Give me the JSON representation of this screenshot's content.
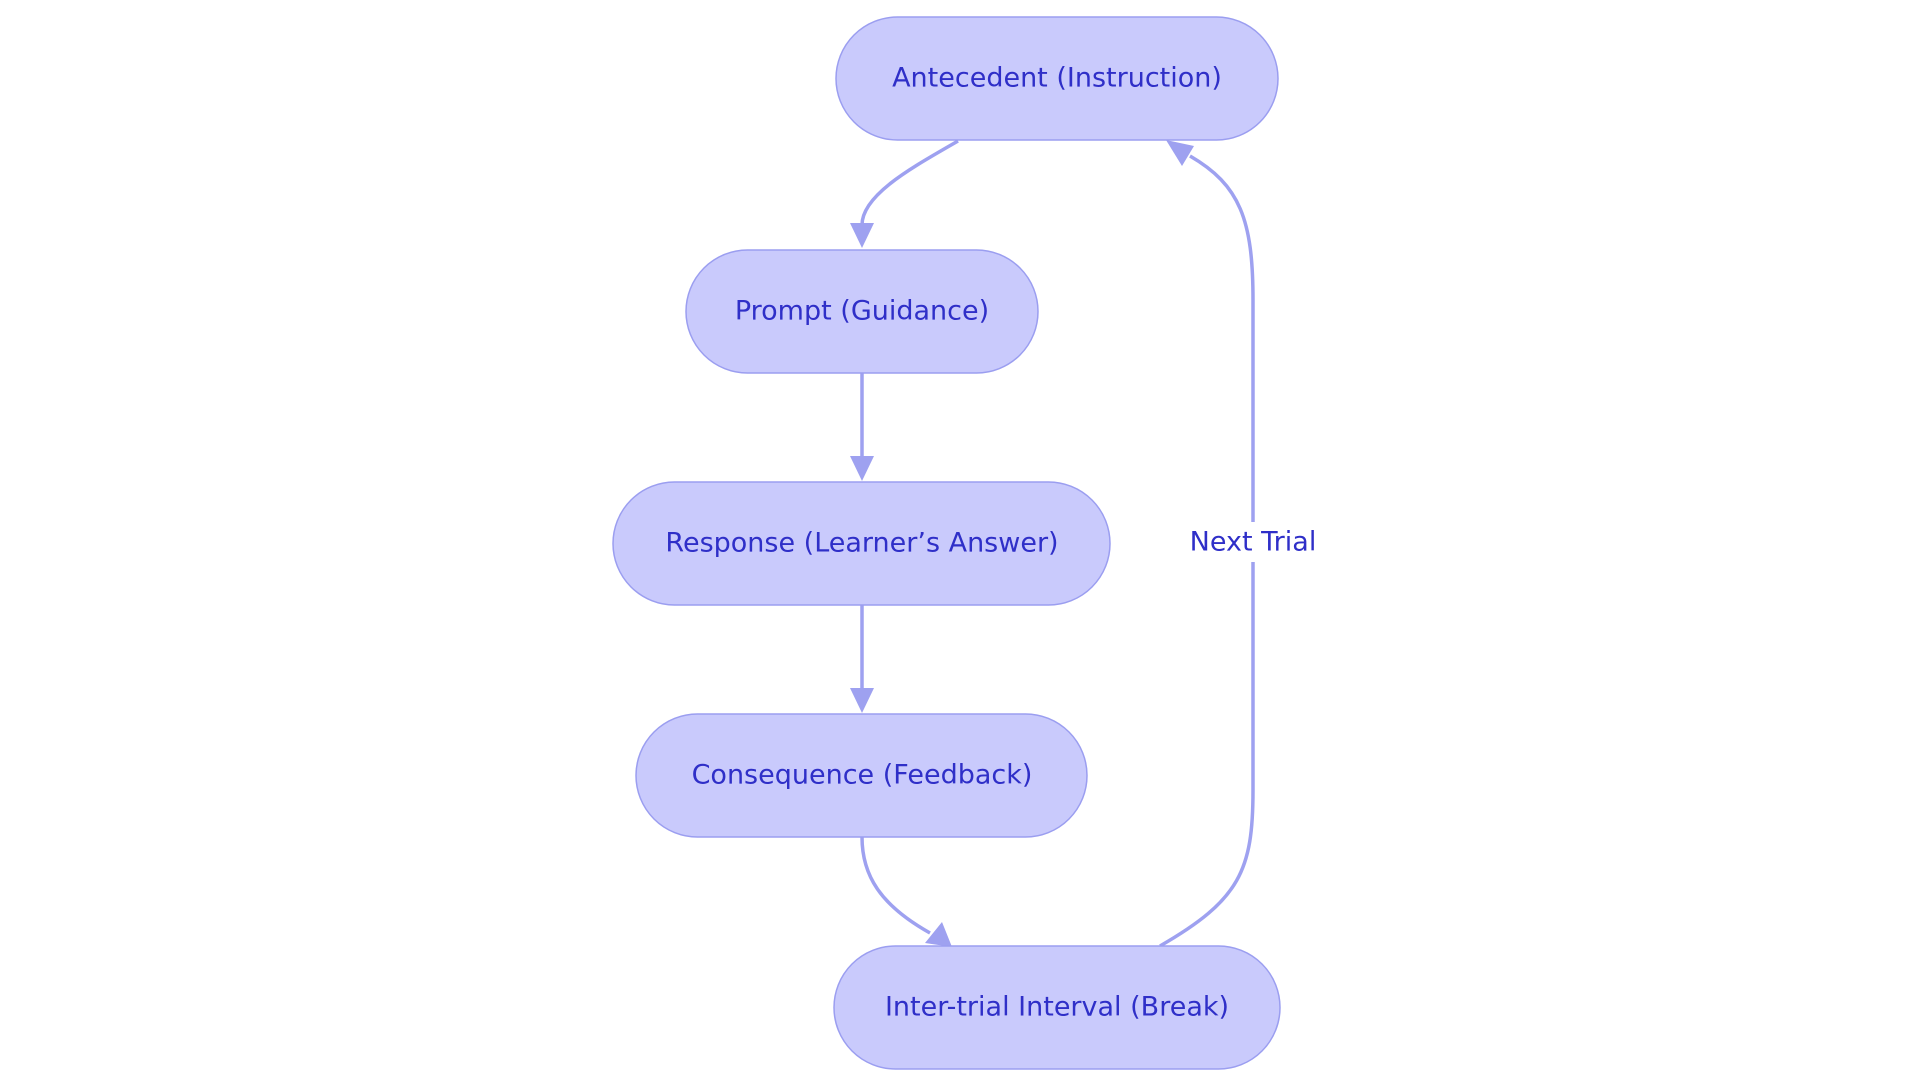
{
  "diagram": {
    "nodes": {
      "antecedent": "Antecedent (Instruction)",
      "prompt": "Prompt (Guidance)",
      "response": "Response (Learner’s Answer)",
      "consequence": "Consequence (Feedback)",
      "intertrial": "Inter-trial Interval (Break)"
    },
    "edges": {
      "loop_label": "Next Trial"
    },
    "colors": {
      "node_fill": "#c9cafc",
      "node_stroke": "#9b9ef0",
      "edge": "#9ea1f0",
      "text": "#2f2fc8"
    }
  }
}
